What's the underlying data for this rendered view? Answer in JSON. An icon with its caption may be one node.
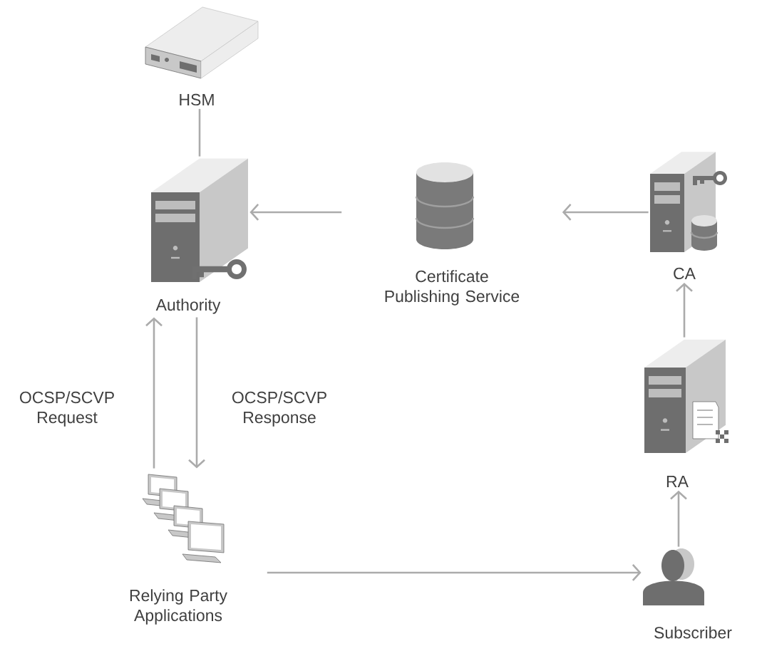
{
  "diagram": {
    "nodes": [
      {
        "text": [
          "HSM"
        ]
      },
      {
        "text": [
          "Authority"
        ]
      },
      {
        "text": [
          "Certificate Publishing Service"
        ]
      },
      {
        "text": [
          "CA"
        ]
      },
      {
        "text": [
          "RA"
        ]
      },
      {
        "text": [
          "Relying Party Applications"
        ]
      },
      {
        "text": [
          "Subscriber"
        ]
      }
    ],
    "edges": [
      {
        "from": 0,
        "to": 1,
        "arrow": "none"
      },
      {
        "from": 2,
        "to": 1,
        "arrow": "to"
      },
      {
        "from": 3,
        "to": 2,
        "arrow": "to"
      },
      {
        "from": 4,
        "to": 3,
        "arrow": "to"
      },
      {
        "from": 6,
        "to": 4,
        "arrow": "to"
      },
      {
        "from": 5,
        "to": 1,
        "arrow": "to",
        "label": "OCSP/SCVP Request"
      },
      {
        "from": 1,
        "to": 5,
        "arrow": "to",
        "label": "OCSP/SCVP Response"
      },
      {
        "from": 5,
        "to": 6,
        "arrow": "to"
      }
    ]
  }
}
